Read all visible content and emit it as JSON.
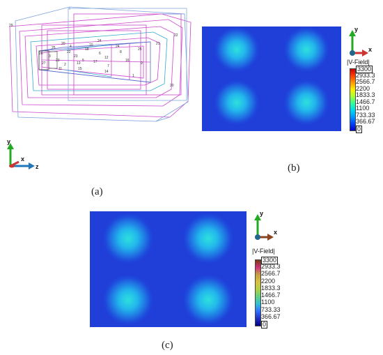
{
  "captions": {
    "a": "(a)",
    "b": "(b)",
    "c": "(c)"
  },
  "geometry_numbers": [
    "29",
    "26",
    "27",
    "25",
    "23",
    "24",
    "22",
    "20",
    "21",
    "25",
    "24",
    "22",
    "23",
    "20",
    "18",
    "17",
    "16",
    "15",
    "14",
    "1",
    "2",
    "3",
    "4",
    "5",
    "6",
    "7",
    "8",
    "9",
    "10",
    "11",
    "12",
    "13"
  ],
  "axes_a": {
    "y": "y",
    "x": "x",
    "z": "z"
  },
  "axes_b": {
    "y": "y",
    "x": "x"
  },
  "axes_c": {
    "y": "y",
    "x": "x"
  },
  "colorbar_b": {
    "title": "|V-Field|",
    "ticks": [
      "3300",
      "2933.3",
      "2566.7",
      "2200",
      "1833.3",
      "1466.7",
      "1100",
      "733.33",
      "366.67",
      "0"
    ],
    "boxed_ticks": [
      "3300",
      "0"
    ],
    "colors": [
      "#cc0000",
      "#ff4000",
      "#ff9900",
      "#ffee00",
      "#aaff33",
      "#33ff99",
      "#00ddee",
      "#0099ff",
      "#0044ff",
      "#0000cc"
    ]
  },
  "colorbar_c": {
    "title": "|V-Field|",
    "ticks": [
      "3300",
      "2933.3",
      "2566.7",
      "2200",
      "1833.3",
      "1466.7",
      "1100",
      "733.33",
      "366.67",
      "0"
    ],
    "boxed_ticks": [
      "3300",
      "0"
    ],
    "colors": [
      "#7a3b10",
      "#d0307a",
      "#c4a040",
      "#d8c040",
      "#b0d040",
      "#60d080",
      "#30c0d0",
      "#3070ff",
      "#2030c0",
      "#000080"
    ]
  },
  "field_colors": {
    "background": "#1f3fd8",
    "spot_core": "#28d8d8",
    "spot_mid": "#1d9ff0"
  }
}
